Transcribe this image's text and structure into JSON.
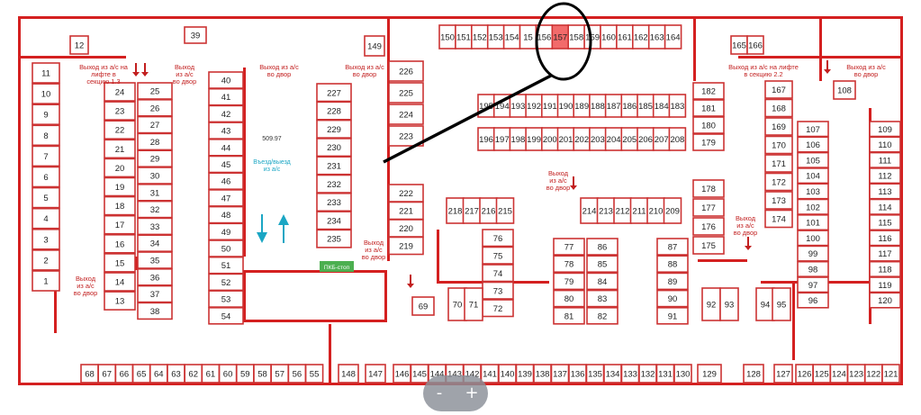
{
  "highlighted_lot": "157",
  "colors": {
    "walls": "#d42020",
    "lot_border": "#cc3333",
    "highlight": "#f26b6b",
    "annotation_ring": "#000000",
    "zoom_bg": "#8a8f98"
  },
  "lots": [
    "1",
    "2",
    "3",
    "4",
    "5",
    "6",
    "7",
    "8",
    "9",
    "10",
    "11",
    "12",
    "13",
    "14",
    "15",
    "16",
    "17",
    "18",
    "19",
    "20",
    "21",
    "22",
    "23",
    "24",
    "25",
    "26",
    "27",
    "28",
    "29",
    "30",
    "31",
    "32",
    "33",
    "34",
    "35",
    "36",
    "37",
    "38",
    "39",
    "40",
    "41",
    "42",
    "43",
    "44",
    "45",
    "46",
    "47",
    "48",
    "49",
    "50",
    "51",
    "52",
    "53",
    "54",
    "55",
    "56",
    "57",
    "58",
    "59",
    "60",
    "61",
    "62",
    "63",
    "64",
    "65",
    "66",
    "67",
    "68",
    "69",
    "70",
    "71",
    "72",
    "73",
    "74",
    "75",
    "76",
    "77",
    "78",
    "79",
    "80",
    "81",
    "82",
    "83",
    "84",
    "85",
    "86",
    "87",
    "88",
    "89",
    "90",
    "91",
    "92",
    "93",
    "94",
    "95",
    "96",
    "97",
    "98",
    "99",
    "100",
    "101",
    "102",
    "103",
    "104",
    "105",
    "106",
    "107",
    "108",
    "109",
    "110",
    "111",
    "112",
    "113",
    "114",
    "115",
    "116",
    "117",
    "118",
    "119",
    "120",
    "121",
    "122",
    "123",
    "124",
    "125",
    "126",
    "127",
    "128",
    "129",
    "130",
    "131",
    "132",
    "133",
    "134",
    "135",
    "136",
    "137",
    "138",
    "139",
    "140",
    "141",
    "142",
    "143",
    "144",
    "145",
    "146",
    "147",
    "148",
    "149",
    "150",
    "151",
    "152",
    "153",
    "154",
    "15",
    "156",
    "157",
    "158",
    "159",
    "160",
    "161",
    "162",
    "163",
    "164",
    "165",
    "166",
    "167",
    "168",
    "169",
    "170",
    "171",
    "172",
    "173",
    "174",
    "175",
    "176",
    "177",
    "178",
    "179",
    "180",
    "181",
    "182",
    "183",
    "184",
    "185",
    "186",
    "187",
    "188",
    "189",
    "190",
    "191",
    "192",
    "193",
    "194",
    "195",
    "196",
    "197",
    "198",
    "199",
    "200",
    "201",
    "202",
    "203",
    "204",
    "205",
    "206",
    "207",
    "208",
    "209",
    "210",
    "211",
    "212",
    "213",
    "214",
    "215",
    "216",
    "217",
    "218",
    "219",
    "220",
    "221",
    "222",
    "223",
    "224",
    "225",
    "226",
    "227",
    "228",
    "229",
    "230",
    "231",
    "232",
    "233",
    "234",
    "235"
  ],
  "labels": {
    "exit_lift_13": [
      "Выход из а/с на",
      "лифте в",
      "секцию 1.3"
    ],
    "exit_yard": [
      "Выход",
      "из а/с",
      "во двор"
    ],
    "exit_yard_inline": [
      "Выход из а/с",
      "во двор"
    ],
    "exit_lift_22": [
      "Выход из а/с на лифте",
      "в секцию 2.2"
    ],
    "exit_yard_right": [
      "Выход из а/с",
      "во двор"
    ],
    "entry_exit": [
      "Въезд/выезд",
      "из а/с"
    ],
    "service_number": "509.97",
    "tech_room": "ПКБ-стоп"
  },
  "zoom": {
    "minus": "-",
    "plus": "+"
  }
}
